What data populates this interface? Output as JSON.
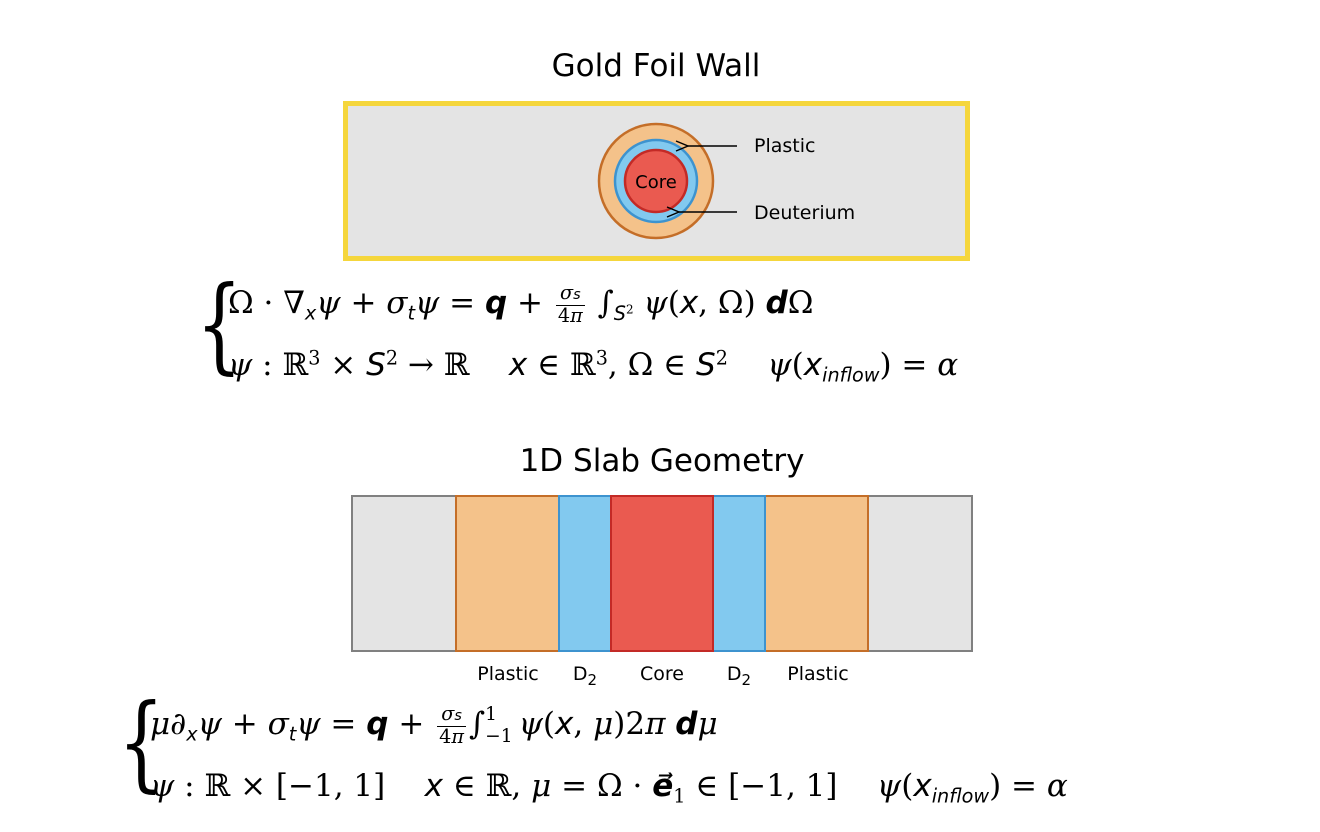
{
  "titles": {
    "gold_foil": "Gold Foil Wall",
    "slab": "1D Slab Geometry"
  },
  "foil_diagram": {
    "core_label": "Core",
    "plastic_label": "Plastic",
    "deuterium_label": "Deuterium",
    "colors": {
      "wall_border": "#f5d63c",
      "wall_fill": "#e4e4e4",
      "plastic_fill": "#f4c28a",
      "plastic_stroke": "#c46e28",
      "deuterium_fill": "#82c9ef",
      "deuterium_stroke": "#3d93cf",
      "core_fill": "#ea5a50",
      "core_stroke": "#c32a26"
    }
  },
  "slab_diagram": {
    "labels": [
      "Plastic",
      "D",
      "Core",
      "D",
      "Plastic"
    ],
    "subscript": "2",
    "colors": {
      "outer": "#e4e4e4",
      "outer_stroke": "#808080",
      "plastic": "#f4c28a",
      "d2": "#82c9ef",
      "core": "#ea5a50"
    }
  }
}
